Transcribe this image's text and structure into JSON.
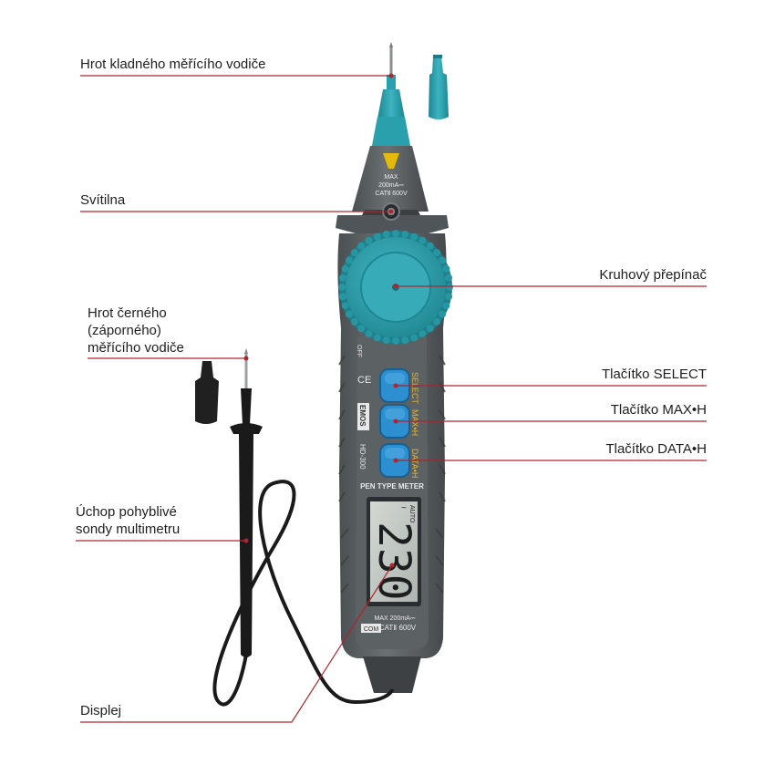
{
  "colors": {
    "leader_line": "#b0242c",
    "body_gray": "#5f6468",
    "body_dark": "#3f4447",
    "teal": "#2aa0ad",
    "teal_dark": "#1b7d88",
    "lcd": "#c5cbc6",
    "probe_black": "#1a1a1a"
  },
  "callouts": {
    "positive_tip": "Hrot kladného měřícího vodiče",
    "flashlight": "Svítilna",
    "black_tip_lines": [
      "Hrot černého",
      "(záporného)",
      "měřícího vodiče"
    ],
    "movable_probe_lines": [
      "Úchop pohyblivé",
      "sondy multimetru"
    ],
    "display": "Displej",
    "rotary_switch": "Kruhový přepínač",
    "select_button": "Tlačítko SELECT",
    "maxh_button": "Tlačítko MAX•H",
    "datah_button": "Tlačítko DATA•H"
  },
  "device": {
    "top_warning_max": "MAX",
    "top_warning_current": "200mA⎓",
    "top_warning_cat": "CATⅡ 600V",
    "button_select": "SELECT",
    "button_maxh": "MAX•H",
    "button_datah": "DATA•H",
    "brand": "EMOS",
    "model": "HD-300",
    "pen_type": "PEN TYPE METER",
    "lcd_reading": "230",
    "lcd_unit": "~",
    "lcd_auto": "AUTO",
    "bottom_max": "MAX 200mA⎓",
    "bottom_cat": "CATⅡ 600V",
    "com": "COM",
    "off": "OFF",
    "ce": "CE"
  }
}
